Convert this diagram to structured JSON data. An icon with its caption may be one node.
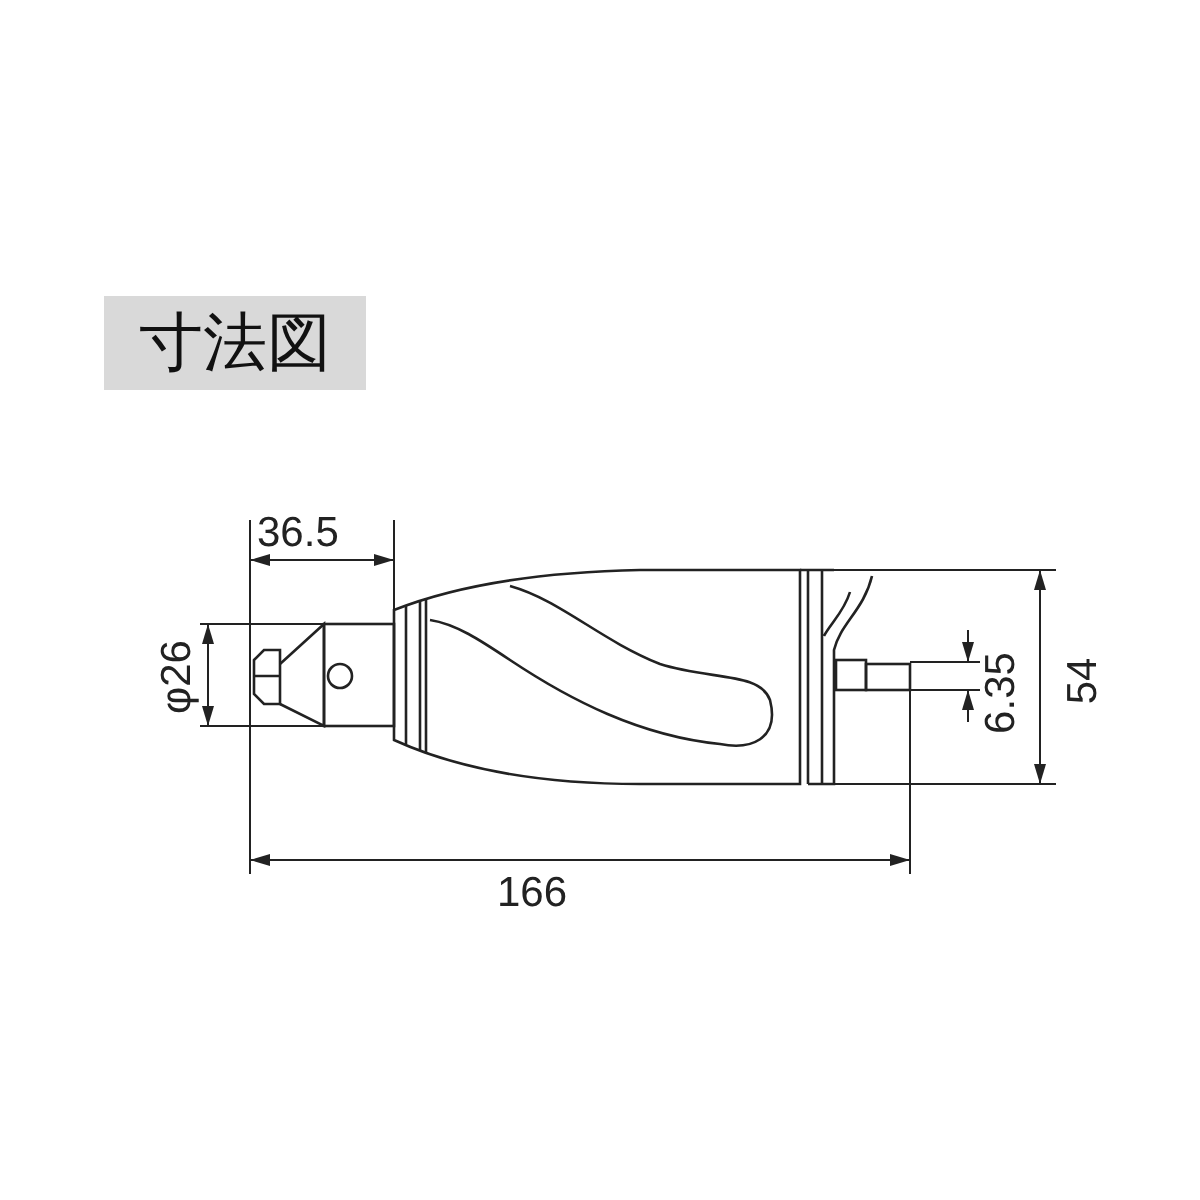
{
  "diagram": {
    "title": "寸法図",
    "labels": [
      "36.5",
      "φ26",
      "6.35",
      "54",
      "166"
    ]
  }
}
